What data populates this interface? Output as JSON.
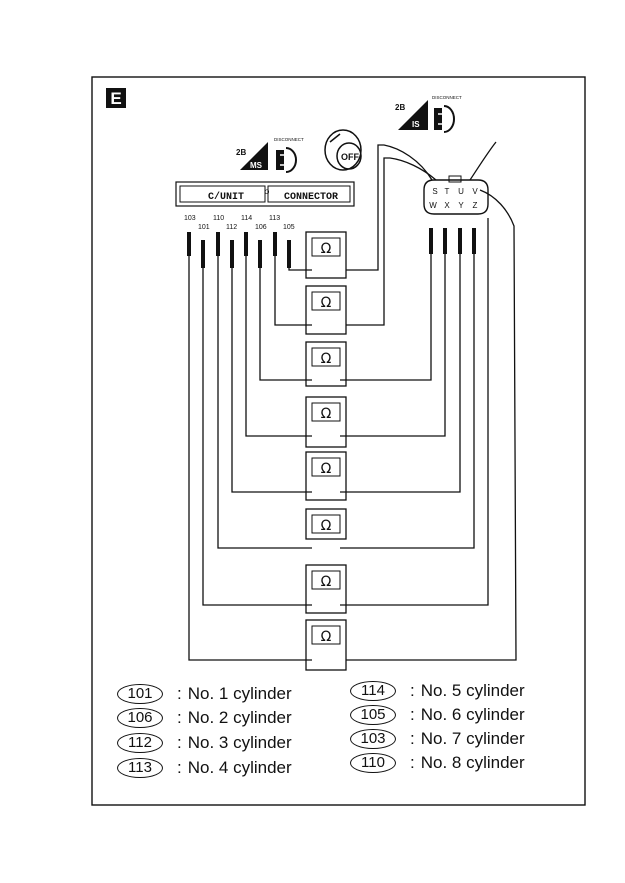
{
  "panel_label": "E",
  "connector_header": {
    "unit_label": "C/UNIT",
    "divider": "O",
    "connector_label": "CONNECTOR"
  },
  "icons": {
    "ignition_left": "2B",
    "ignition_left_sub": "MS",
    "ignition_right": "2B",
    "ignition_right_sub": "IS",
    "disconnect_label": "DISCONNECT",
    "off_label": "OFF"
  },
  "terminal_numbers": {
    "top_row": [
      "103",
      "110",
      "114",
      "113"
    ],
    "bottom_row": [
      "101",
      "112",
      "106",
      "105"
    ]
  },
  "injector_connector": {
    "top_row": [
      "S",
      "T",
      "U",
      "V"
    ],
    "bottom_row": [
      "W",
      "X",
      "Y",
      "Z"
    ]
  },
  "meter_symbol": "Ω",
  "legend": [
    {
      "code": "101",
      "text": "No. 1 cylinder"
    },
    {
      "code": "106",
      "text": "No. 2 cylinder"
    },
    {
      "code": "112",
      "text": "No. 3 cylinder"
    },
    {
      "code": "113",
      "text": "No. 4 cylinder"
    },
    {
      "code": "114",
      "text": "No. 5 cylinder"
    },
    {
      "code": "105",
      "text": "No. 6 cylinder"
    },
    {
      "code": "103",
      "text": "No. 7 cylinder"
    },
    {
      "code": "110",
      "text": "No. 8 cylinder"
    }
  ],
  "legend_separator": ":"
}
